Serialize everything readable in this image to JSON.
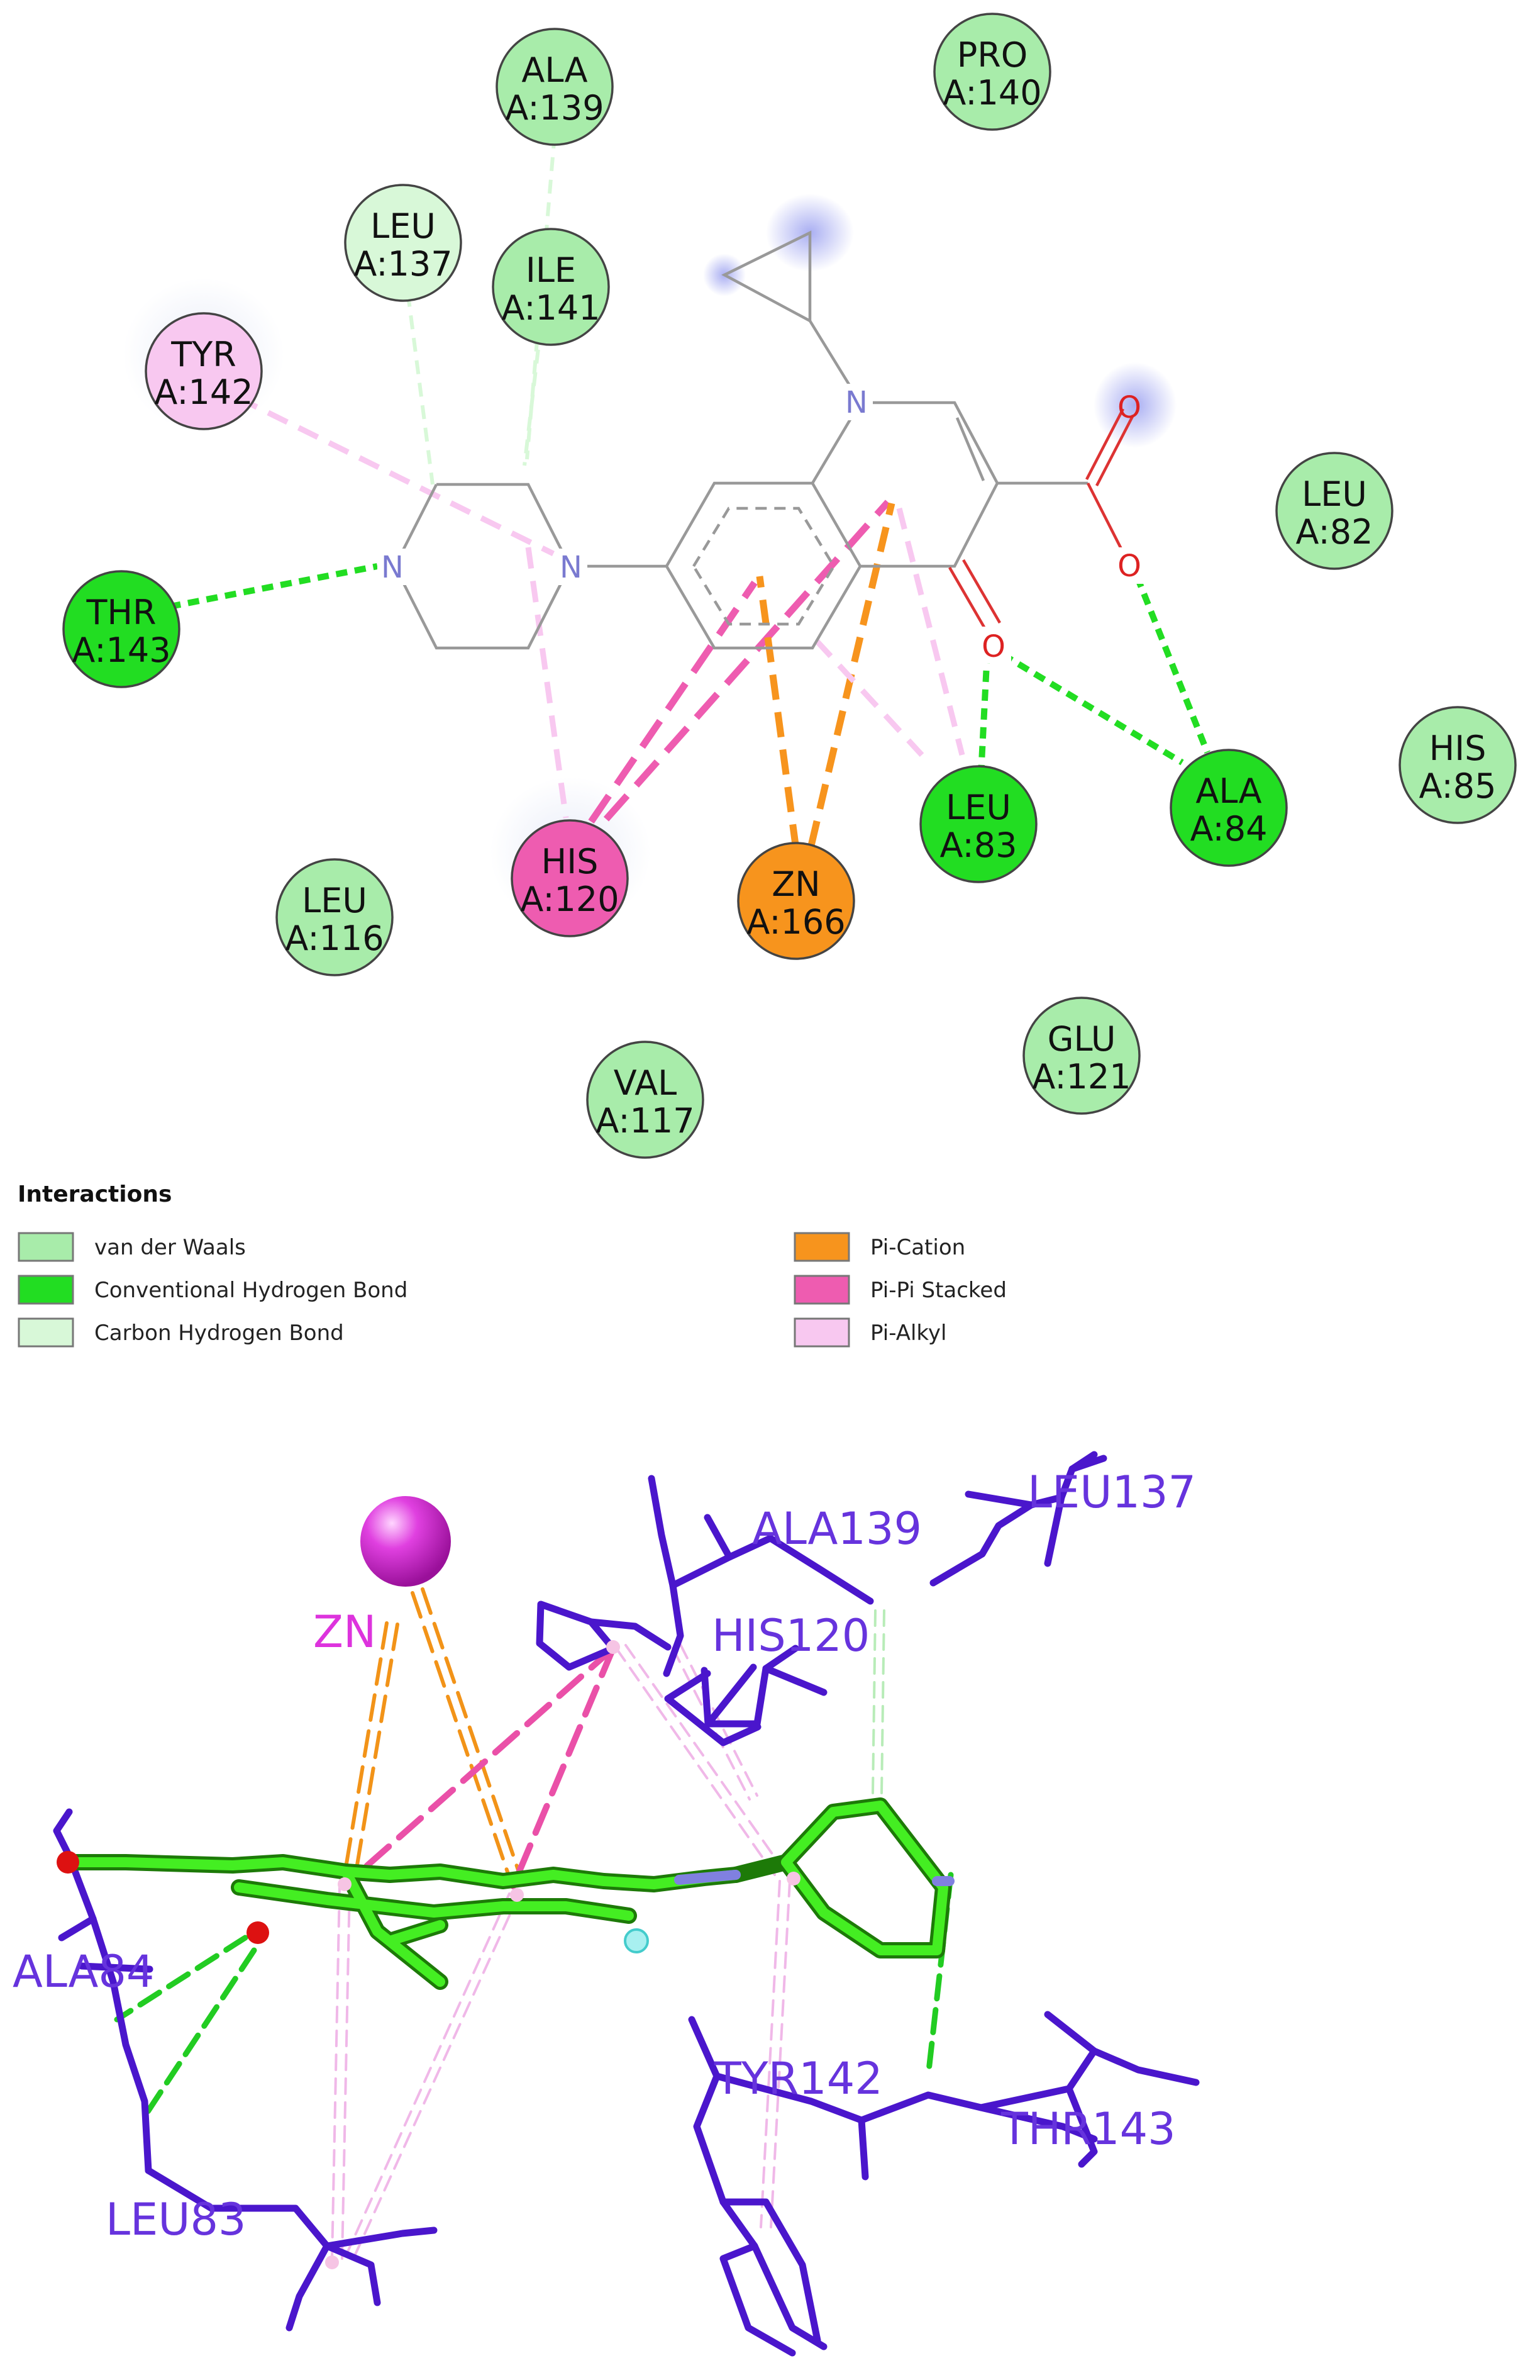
{
  "residues": [
    {
      "id": "ala139",
      "name": "ALA",
      "num": "A:139",
      "type": "vdw"
    },
    {
      "id": "pro140",
      "name": "PRO",
      "num": "A:140",
      "type": "vdw"
    },
    {
      "id": "leu137",
      "name": "LEU",
      "num": "A:137",
      "type": "carbon_hb"
    },
    {
      "id": "ile141",
      "name": "ILE",
      "num": "A:141",
      "type": "vdw"
    },
    {
      "id": "tyr142",
      "name": "TYR",
      "num": "A:142",
      "type": "pi_alkyl"
    },
    {
      "id": "thr143",
      "name": "THR",
      "num": "A:143",
      "type": "conv_hb"
    },
    {
      "id": "leu82",
      "name": "LEU",
      "num": "A:82",
      "type": "vdw"
    },
    {
      "id": "his85",
      "name": "HIS",
      "num": "A:85",
      "type": "vdw"
    },
    {
      "id": "ala84",
      "name": "ALA",
      "num": "A:84",
      "type": "conv_hb"
    },
    {
      "id": "leu83",
      "name": "LEU",
      "num": "A:83",
      "type": "conv_hb"
    },
    {
      "id": "his120",
      "name": "HIS",
      "num": "A:120",
      "type": "pi_pi"
    },
    {
      "id": "zn166",
      "name": "ZN",
      "num": "A:166",
      "type": "pi_cation"
    },
    {
      "id": "leu116",
      "name": "LEU",
      "num": "A:116",
      "type": "vdw"
    },
    {
      "id": "val117",
      "name": "VAL",
      "num": "A:117",
      "type": "vdw"
    },
    {
      "id": "glu121",
      "name": "GLU",
      "num": "A:121",
      "type": "vdw"
    }
  ],
  "atoms": {
    "n_quinolone": "N",
    "n_pip1": "N",
    "n_pip2": "N",
    "o_carbonyl": "O",
    "o_acid1": "O",
    "o_acid2": "O"
  },
  "legend": {
    "title": "Interactions",
    "items": [
      {
        "label": "van der Waals",
        "color": "#a8ecaa"
      },
      {
        "label": "Conventional Hydrogen Bond",
        "color": "#22dd22"
      },
      {
        "label": "Carbon Hydrogen Bond",
        "color": "#d8f8d8"
      },
      {
        "label": "Pi-Cation",
        "color": "#f7941d"
      },
      {
        "label": "Pi-Pi Stacked",
        "color": "#ee5cb0"
      },
      {
        "label": "Pi-Alkyl",
        "color": "#f8c8f0"
      }
    ]
  },
  "colors": {
    "vdw": "#a8ecaa",
    "conv_hb": "#22dd22",
    "carbon_hb": "#d8f8d8",
    "pi_cation": "#f7941d",
    "pi_pi": "#ee5cb0",
    "pi_alkyl": "#f8c8f0",
    "protein": "#4a16cc",
    "ligand": "#33dd11",
    "label3d": "#6633dd",
    "zinc": "#dd33dd"
  },
  "labels3d": {
    "zn": "ZN",
    "leu137": "LEU137",
    "ala139": "ALA139",
    "his120": "HIS120",
    "ala84": "ALA84",
    "leu83": "LEU83",
    "tyr142": "TYR142",
    "thr143": "THR143"
  }
}
